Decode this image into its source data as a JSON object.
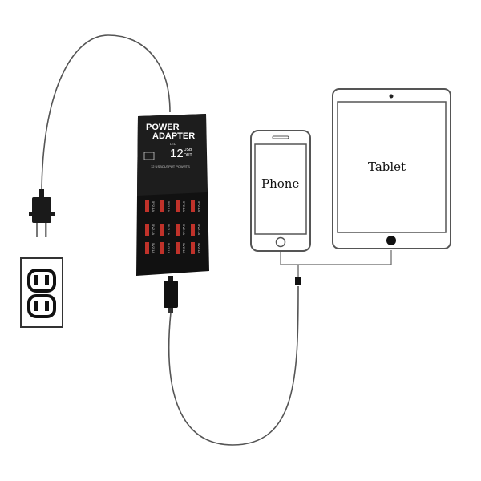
{
  "adapter": {
    "title_line1": "POWER",
    "title_line2": "ADAPTER",
    "led_label": "LED",
    "display_value": "12",
    "display_usb": "USB",
    "display_out": "OUT",
    "subtitle": "12 USBOUTPUT POWRTS",
    "port_label": "5V2.1A",
    "port_count": 12
  },
  "devices": {
    "phone_label": "Phone",
    "tablet_label": "Tablet"
  },
  "colors": {
    "adapter_body": "#111111",
    "port_red": "#c0322a",
    "cable": "#555555",
    "outline": "#444444"
  }
}
